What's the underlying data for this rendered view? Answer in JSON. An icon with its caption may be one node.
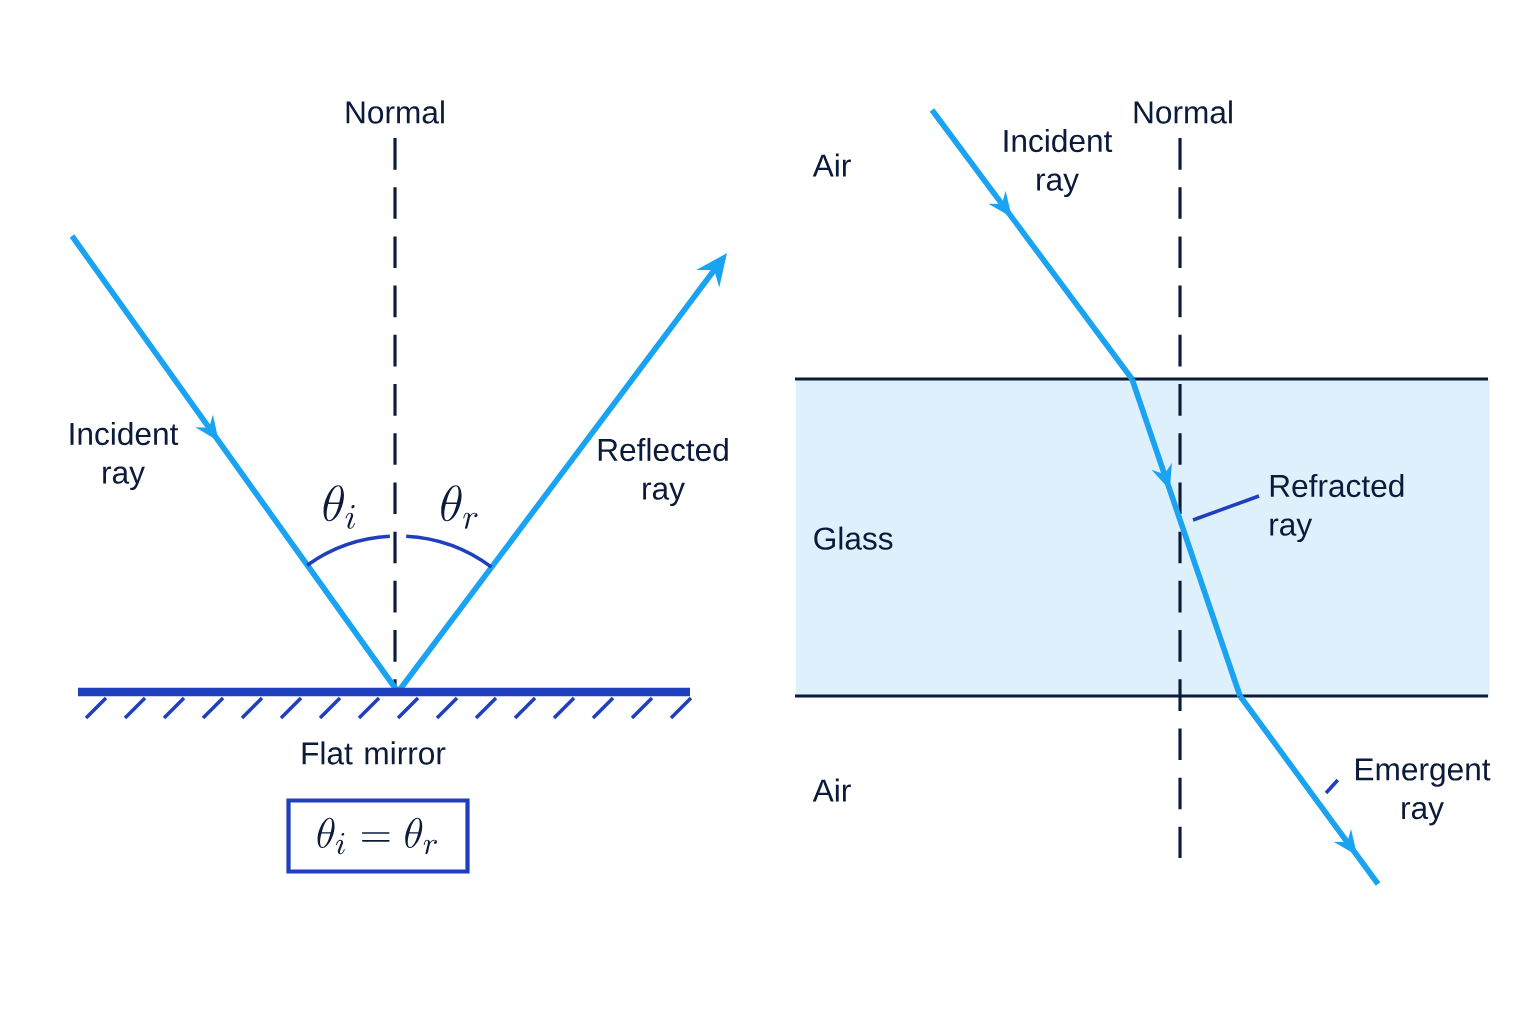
{
  "diagram": {
    "nodes": [
      {
        "text": [
          "\\theta_i = \\theta_r"
        ]
      },
      {
        "text": [
          "Glass"
        ]
      },
      {
        "text": [
          "Refracted ray"
        ],
        "in": 1
      },
      {
        "text": [
          "Emergent ray"
        ]
      }
    ],
    "edges": [
      {
        "from": 2,
        "to": null,
        "arrow": "none"
      },
      {
        "from": 3,
        "to": null,
        "arrow": "none"
      }
    ],
    "labels": [
      "Normal",
      "Incident ray",
      "\\theta_i",
      "\\theta_r",
      "Reflected ray",
      "Flat mirror",
      "Normal",
      "Air",
      "Incident ray",
      "Air"
    ]
  }
}
